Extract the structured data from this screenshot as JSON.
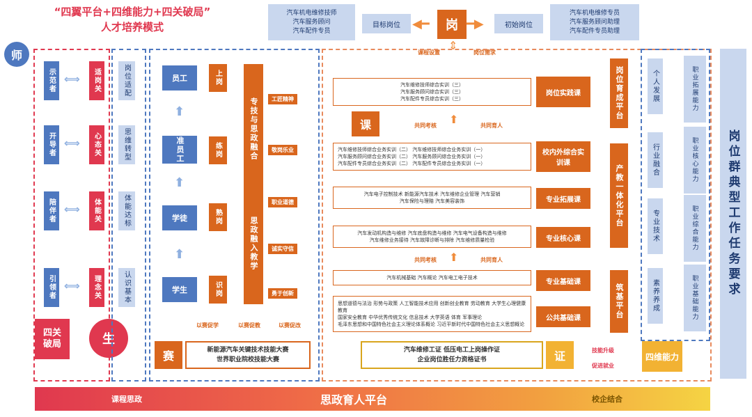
{
  "header": {
    "title_line1": "“四翼平台+四维能力+四关破局”",
    "title_line2": "人才培养模式",
    "top_left_box": [
      "汽车机电维修技师",
      "汽车服务顾问",
      "汽车配件专员"
    ],
    "target_post": "目标岗位",
    "post_center": "岗",
    "initial_post": "初始岗位",
    "top_right_box": [
      "汽车机电维修专员",
      "汽车服务顾问助理",
      "汽车配件专员助理"
    ]
  },
  "labels": {
    "teacher": "师",
    "course_settings": "课程设置",
    "post_requirements": "岗位需求",
    "vertical_title": "岗位群典型工作任务要求",
    "student": "生",
    "four_gates": "四关破局",
    "four_dims": "四维能力",
    "course": "课",
    "compete": "赛",
    "certificate": "证",
    "promote_learning": "以赛促学",
    "promote_teaching": "以赛促教",
    "promote_reform": "以赛促改",
    "skill_up": "技能升级",
    "promote_job": "促进就业"
  },
  "teacher_col": [
    {
      "gate": "适岗关",
      "role": "示范者"
    },
    {
      "gate": "心态关",
      "role": "开导者"
    },
    {
      "gate": "体能关",
      "role": "陪伴者"
    },
    {
      "gate": "理念关",
      "role": "引领者"
    }
  ],
  "student_col": [
    "岗位适配",
    "思维转型",
    "体能达标",
    "认识基本"
  ],
  "growth": [
    {
      "left": "员工",
      "right": "上岗"
    },
    {
      "left": "准员工",
      "right": "练岗"
    },
    {
      "left": "学徒",
      "right": "熟岗"
    },
    {
      "left": "学生",
      "right": "识岗"
    }
  ],
  "ideology_upper": "专技与思政融合",
  "ideology_lower": "思政融入教学",
  "values": [
    "工匠精神",
    "敬岗乐业",
    "职业道德",
    "诚实守信",
    "勇于创新"
  ],
  "courses": [
    {
      "name": "岗位实践课",
      "items": [
        "汽车维修技师综合实训（三）",
        "汽车服务顾问综合实训（三）",
        "汽车配件专员综合实训（三）"
      ]
    },
    {
      "name": "校内外综合实训课",
      "items": [
        "汽车维修技师综合业务实训（二）  汽车维修技师综合业务实训（一）",
        "汽车服务顾问综合业务实训（二）  汽车服务顾问综合业务实训（一）",
        "汽车配件专员综合业务实训（二）  汽车配件专员综合业务实训（一）"
      ]
    },
    {
      "name": "专业拓展课",
      "items": [
        "汽车电子控制技术  新能源汽车技术  汽车维修企业管理  汽车营销",
        "汽车保险与理赔  汽车美容装饰"
      ]
    },
    {
      "name": "专业核心课",
      "items": [
        "汽车发动机构造与维修  汽车底盘构造与维修  汽车电气设备构造与维修",
        "汽车维修业务接待  汽车故障诊断与排除  汽车维修质量检验"
      ]
    },
    {
      "name": "专业基础课",
      "items": [
        "汽车机械基础  汽车概论  汽车电工电子技术"
      ]
    },
    {
      "name": "公共基础课",
      "items": [
        "思想道德与法治  形势与政策  人工智能技术应用  创新创业教育  劳动教育  大学生心理健康教育",
        "国家安全教育  中华优秀传统文化  信息技术  大学英语  体育  军事理论",
        "毛泽东思想和中国特色社会主义理论体系概论  习近平新时代中国特色社会主义思想概论"
      ]
    }
  ],
  "co_teach": "共同育人",
  "co_assess": "共同考核",
  "right_platforms": [
    {
      "name": "岗位育成平台",
      "dim": "个人发展",
      "ability": "职业拓展能力"
    },
    {
      "name": "产教一体化平台",
      "dim": "行业融合",
      "ability": "职业核心能力"
    },
    {
      "name": "",
      "dim": "专业技术",
      "ability": "职业综合能力"
    },
    {
      "name": "筑基平台",
      "dim": "素养养成",
      "ability": "职业基础能力"
    }
  ],
  "compete_text": [
    "新能源汽车关键技术技能大赛",
    "世界职业院校技能大赛"
  ],
  "cert_text": [
    "汽车维修工证  低压电工上岗操作证",
    "企业岗位胜任力资格证书"
  ],
  "bottom": {
    "left": "课程思政",
    "center": "思政育人平台",
    "right": "校企结合"
  },
  "colors": {
    "blue": "#4e78bf",
    "orange": "#d9661d",
    "red": "#e0384f",
    "gold": "#f2b233"
  }
}
